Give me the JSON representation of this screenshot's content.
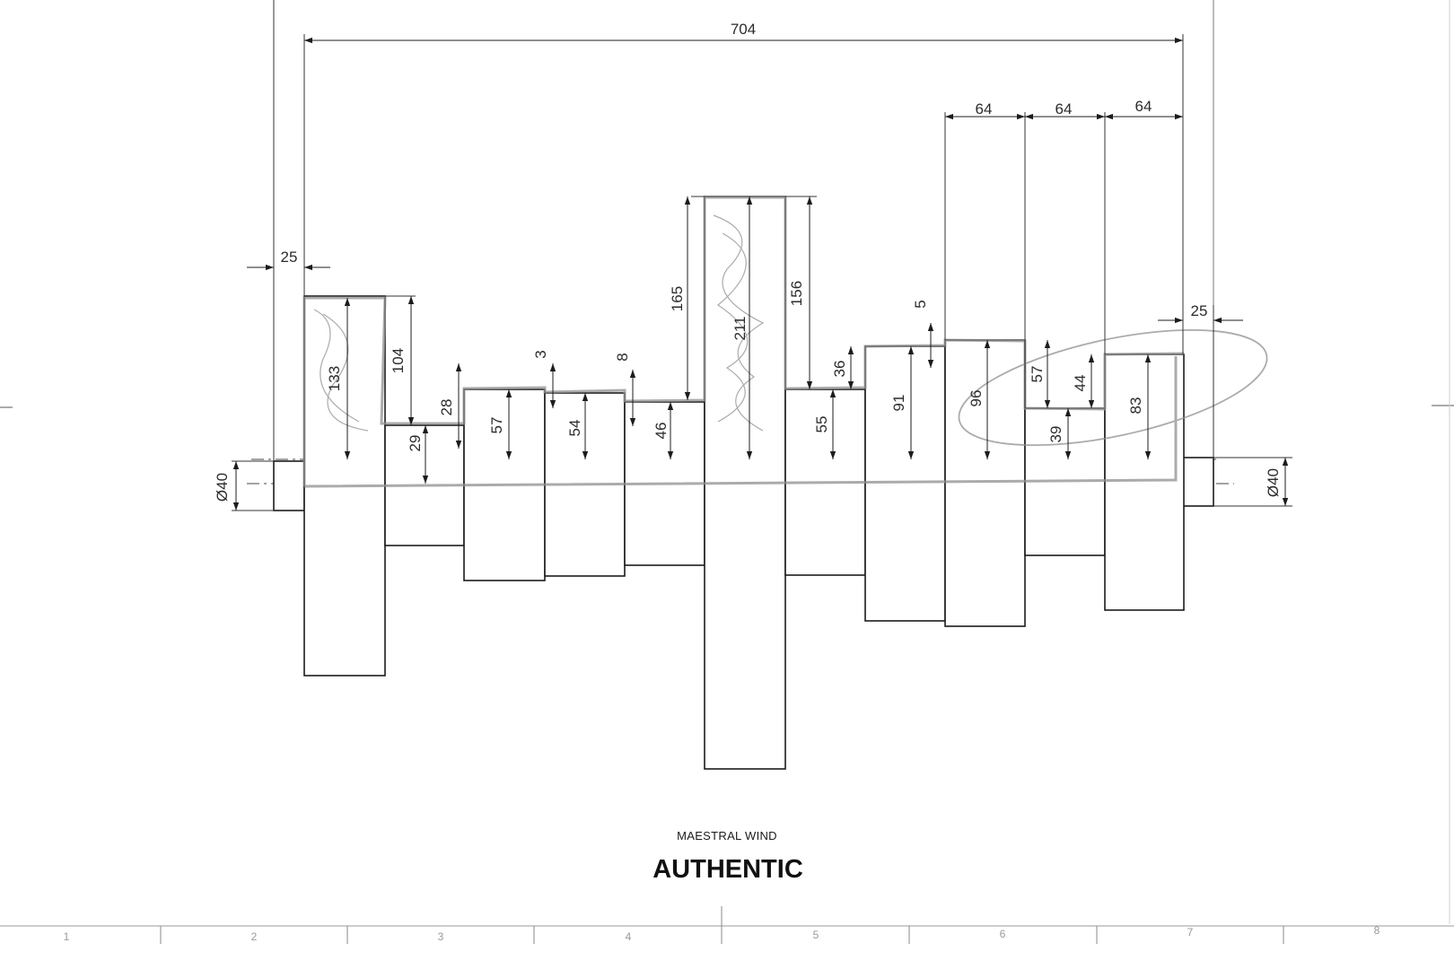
{
  "drawing": {
    "overall_length": "704",
    "end_tube_left": "25",
    "end_tube_right": "25",
    "diameter_left": "Ø40",
    "diameter_right": "Ø40",
    "pitch_labels": [
      "64",
      "64",
      "64"
    ],
    "height_labels": [
      "133",
      "104",
      "29",
      "28",
      "57",
      "3",
      "54",
      "8",
      "46",
      "165",
      "211",
      "156",
      "55",
      "36",
      "91",
      "5",
      "96",
      "57",
      "39",
      "44",
      "83"
    ]
  },
  "title_block": {
    "subtitle": "MAESTRAL WIND",
    "title": "AUTHENTIC"
  },
  "ruler": {
    "numbers": [
      "1",
      "2",
      "3",
      "4",
      "5",
      "6",
      "7",
      "8"
    ]
  },
  "colors": {
    "line": "#1c1c1c",
    "pencil": "#8f8f8f",
    "ruler": "#9a9a9a"
  }
}
